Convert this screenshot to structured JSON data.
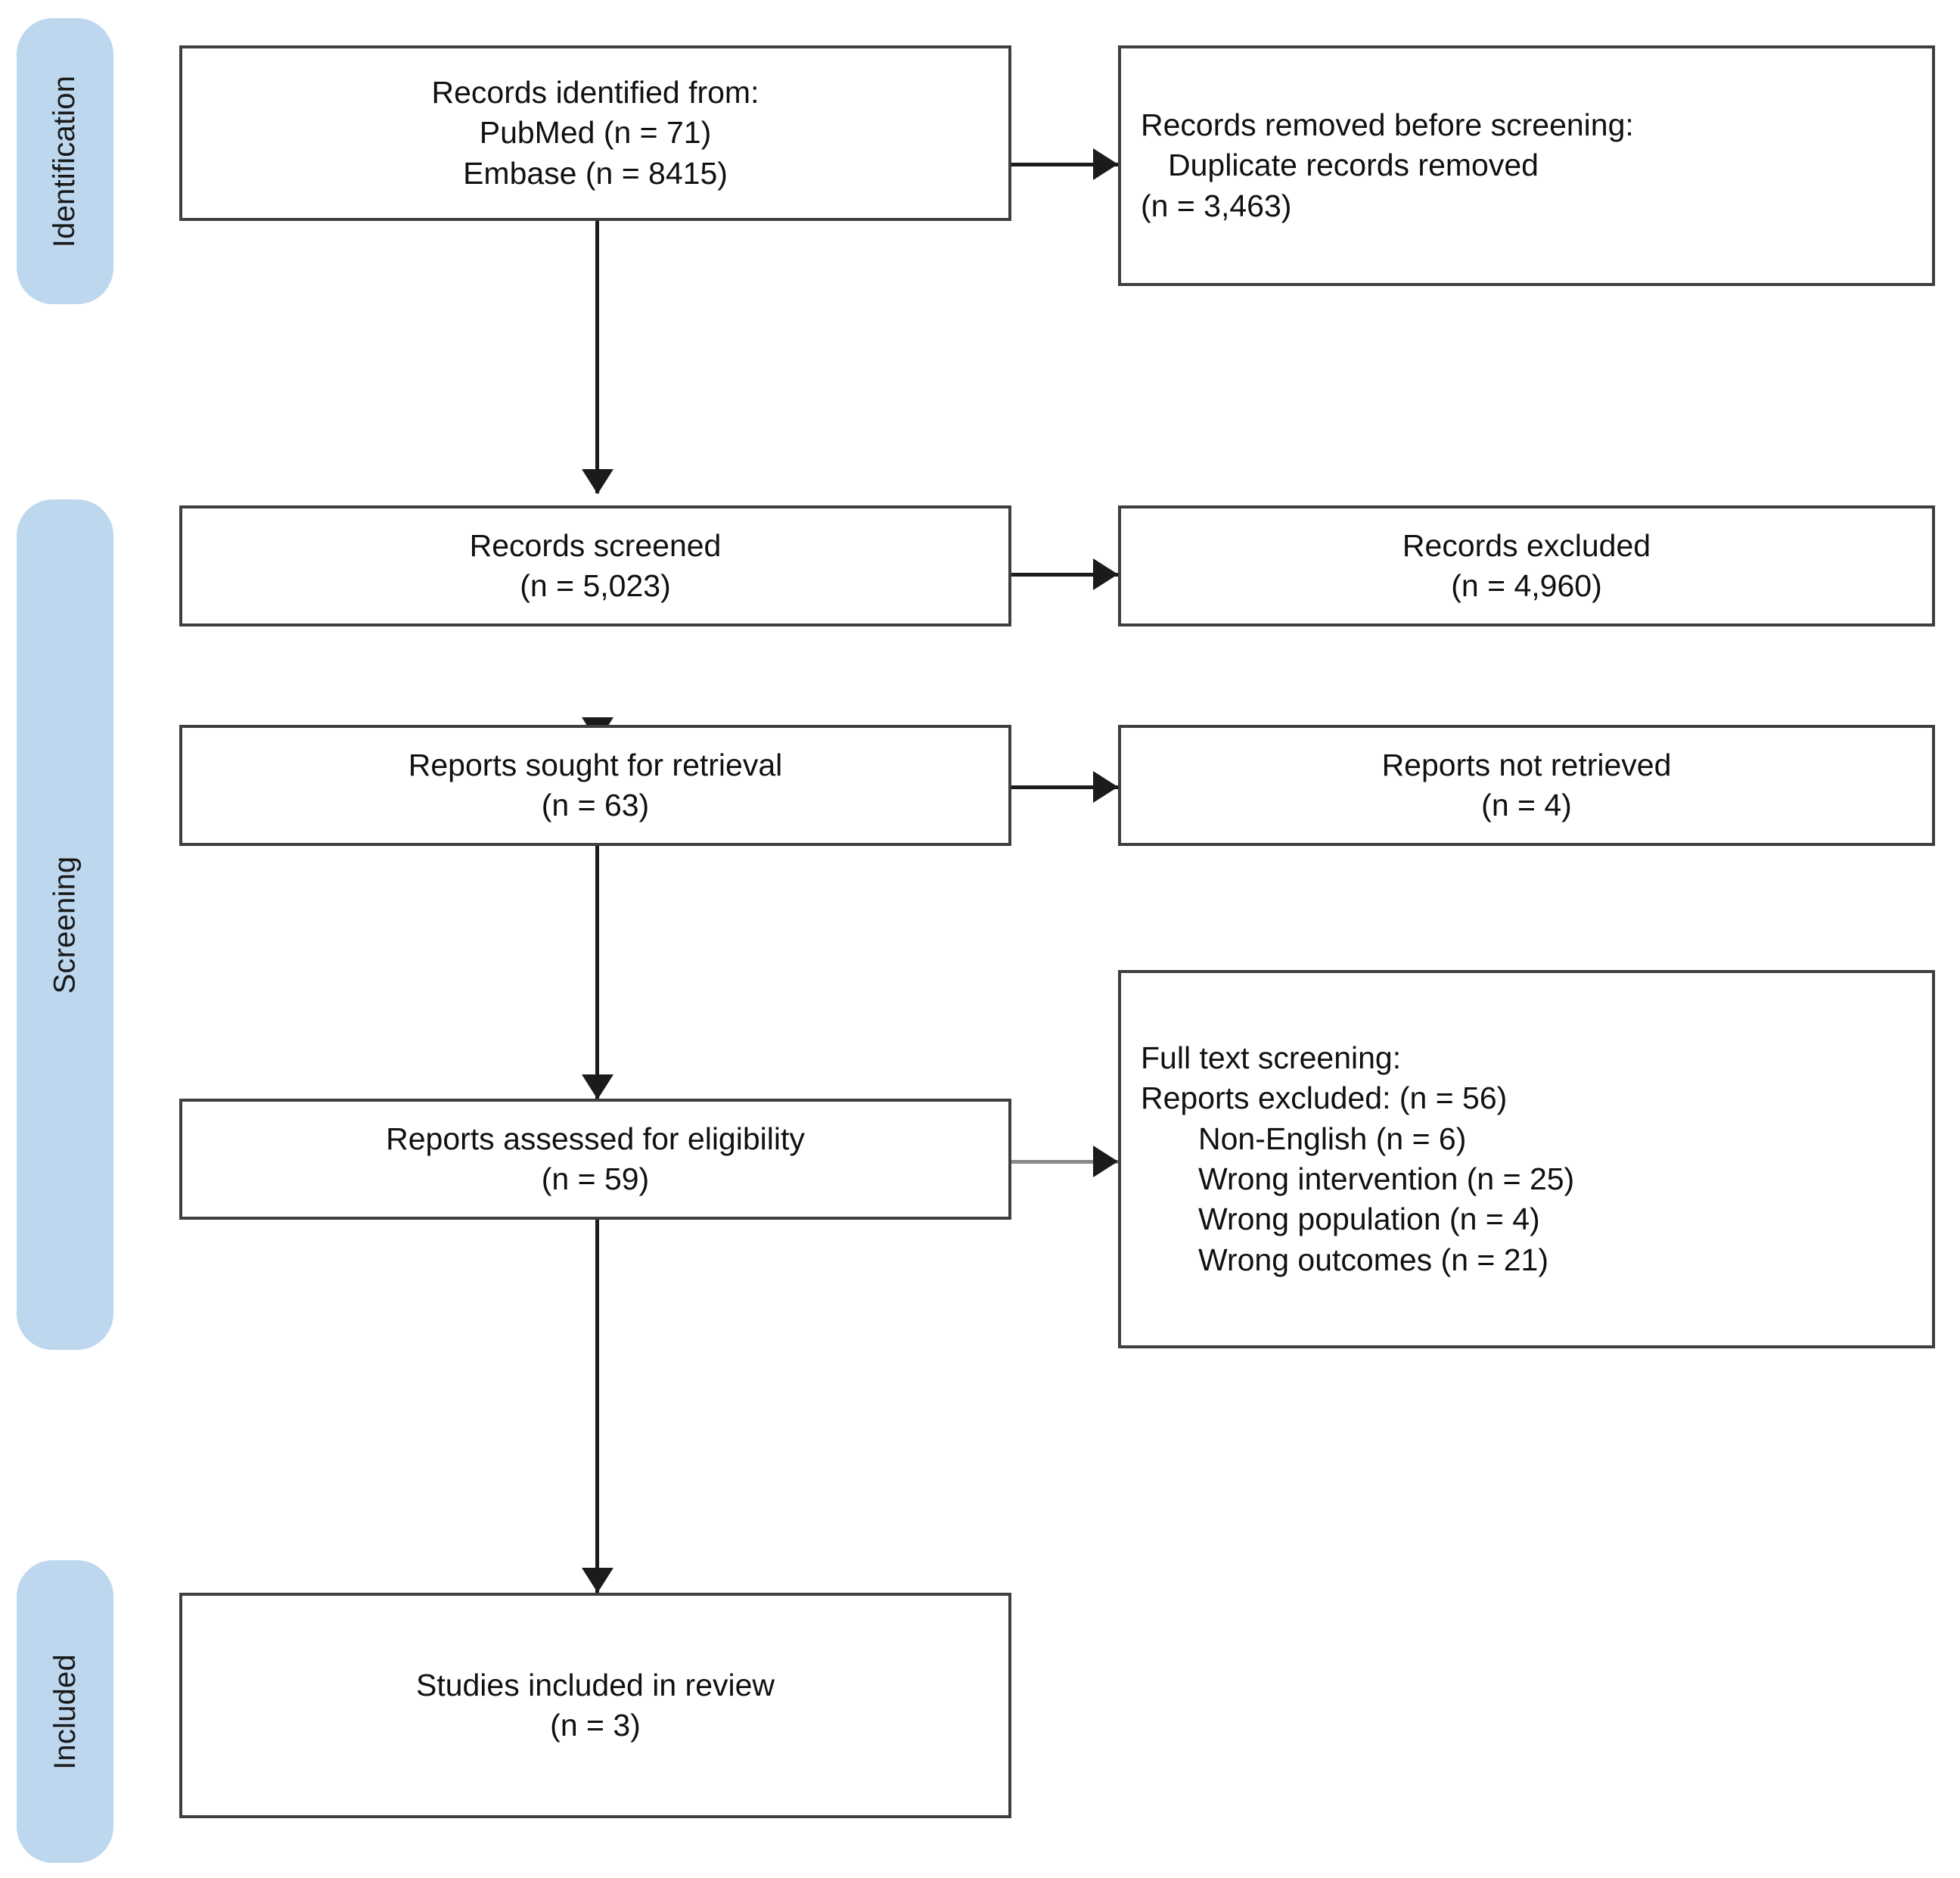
{
  "diagram": {
    "title": "PRISMA flow diagram",
    "accent_color": "#bdd7ee",
    "box_border_color": "#3f3f3f",
    "connector_color": "#1b1b1b"
  },
  "stages": [
    {
      "id": "identification",
      "label": "Identification"
    },
    {
      "id": "screening",
      "label": "Screening"
    },
    {
      "id": "included",
      "label": "Included"
    }
  ],
  "boxes": {
    "records_identified": {
      "align": "center",
      "lines": [
        {
          "text": "Records identified from:",
          "indent": 0
        },
        {
          "text": "PubMed (n = 71)",
          "indent": 0
        },
        {
          "text": "Embase (n = 8415)",
          "indent": 0
        }
      ]
    },
    "records_removed": {
      "align": "left",
      "lines": [
        {
          "text": "Records removed before screening:",
          "indent": 0
        },
        {
          "text": "Duplicate records removed",
          "indent": 1
        },
        {
          "text": "(n = 3,463)",
          "indent": 0
        }
      ]
    },
    "records_screened": {
      "align": "center",
      "lines": [
        {
          "text": "Records screened",
          "indent": 0
        },
        {
          "text": "(n = 5,023)",
          "indent": 0
        }
      ]
    },
    "records_excluded": {
      "align": "center",
      "lines": [
        {
          "text": "Records excluded",
          "indent": 0
        },
        {
          "text": "(n = 4,960)",
          "indent": 0
        }
      ]
    },
    "reports_sought": {
      "align": "center",
      "lines": [
        {
          "text": "Reports sought for retrieval",
          "indent": 0
        },
        {
          "text": "(n = 63)",
          "indent": 0
        }
      ]
    },
    "reports_not_retrieved": {
      "align": "center",
      "lines": [
        {
          "text": "Reports not retrieved",
          "indent": 0
        },
        {
          "text": "(n = 4)",
          "indent": 0
        }
      ]
    },
    "reports_assessed": {
      "align": "center",
      "lines": [
        {
          "text": "Reports assessed for eligibility",
          "indent": 0
        },
        {
          "text": "(n = 59)",
          "indent": 0
        }
      ]
    },
    "full_text_excluded": {
      "align": "left",
      "lines": [
        {
          "text": "Full text screening:",
          "indent": 0
        },
        {
          "text": "Reports excluded: (n = 56)",
          "indent": 0
        },
        {
          "text": "Non-English (n = 6)",
          "indent": 2
        },
        {
          "text": "Wrong intervention (n = 25)",
          "indent": 2
        },
        {
          "text": "Wrong population (n = 4)",
          "indent": 2
        },
        {
          "text": "Wrong outcomes (n = 21)",
          "indent": 2
        }
      ]
    },
    "studies_included": {
      "align": "center",
      "lines": [
        {
          "text": "Studies included in review",
          "indent": 0
        },
        {
          "text": "(n = 3)",
          "indent": 0
        }
      ]
    }
  }
}
